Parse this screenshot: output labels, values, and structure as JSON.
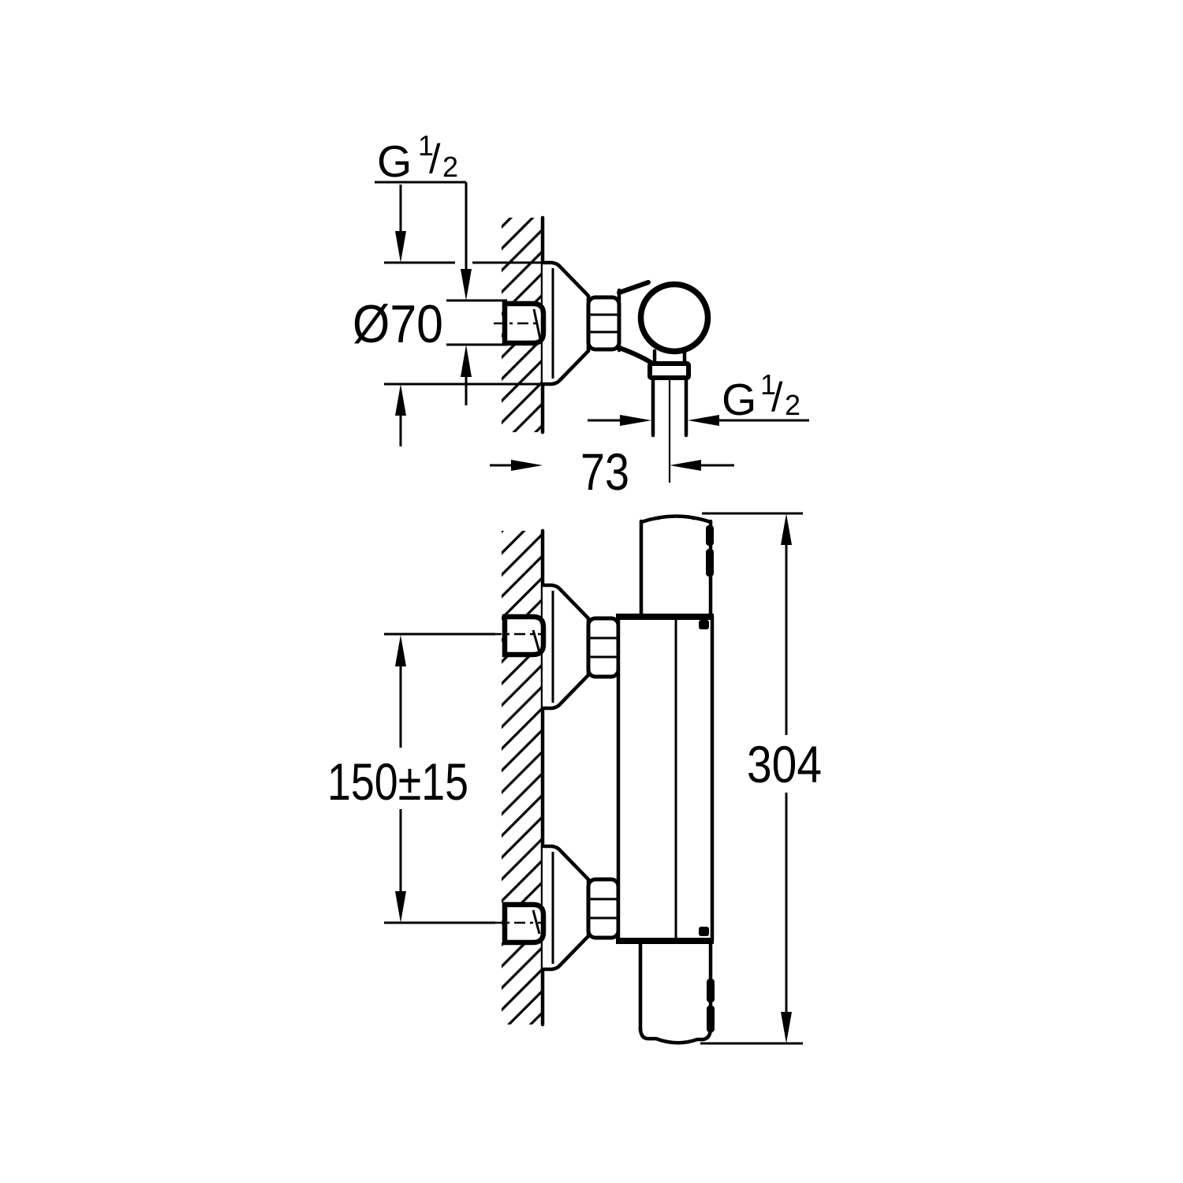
{
  "drawing": {
    "paper_color": "#ffffff",
    "ink_color": "#000000",
    "top_view": {
      "wall_thread": {
        "letter": "G",
        "numerator": "1",
        "fraction_slash": "/",
        "denominator": "2"
      },
      "escutcheon_diameter": "Ø70",
      "outlet_thread": {
        "letter": "G",
        "numerator": "1",
        "fraction_slash": "/",
        "denominator": "2"
      },
      "wall_to_outlet_offset": "73"
    },
    "front_view": {
      "inlet_spacing": "150±15",
      "overall_height": "304"
    }
  }
}
